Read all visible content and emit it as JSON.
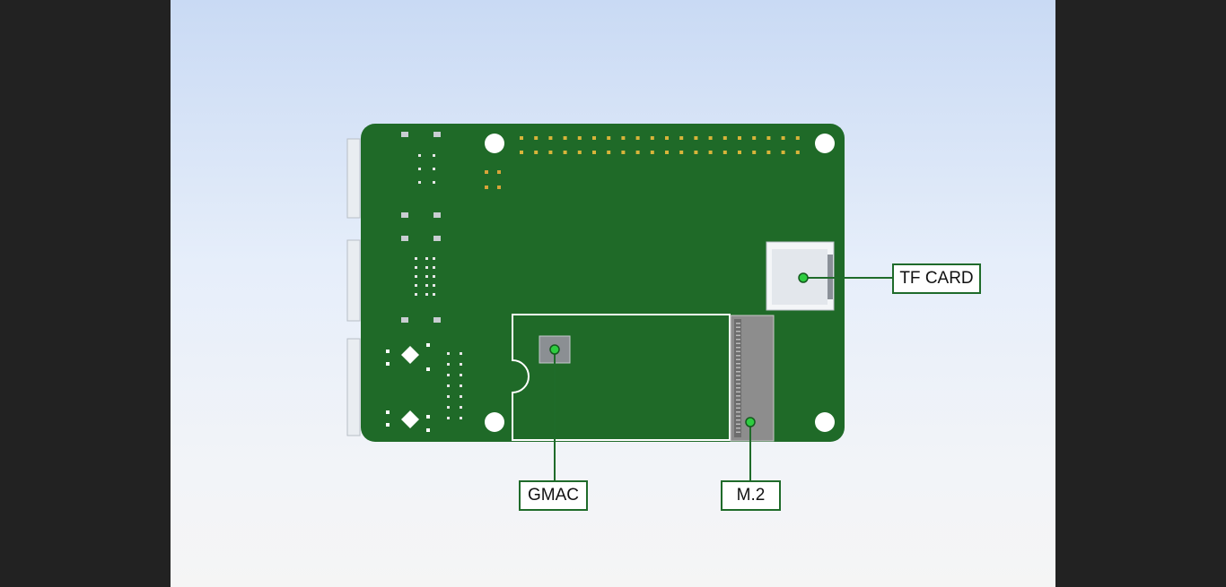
{
  "colors": {
    "background_frame": "#222222",
    "pcb_green": "#1f6a28",
    "callout_border": "#1f6b2a",
    "leader_line": "#1f6b2a",
    "marker_dot": "#2ecc40"
  },
  "labels": {
    "tf_card": "TF CARD",
    "gmac": "GMAC",
    "m2": "M.2"
  }
}
